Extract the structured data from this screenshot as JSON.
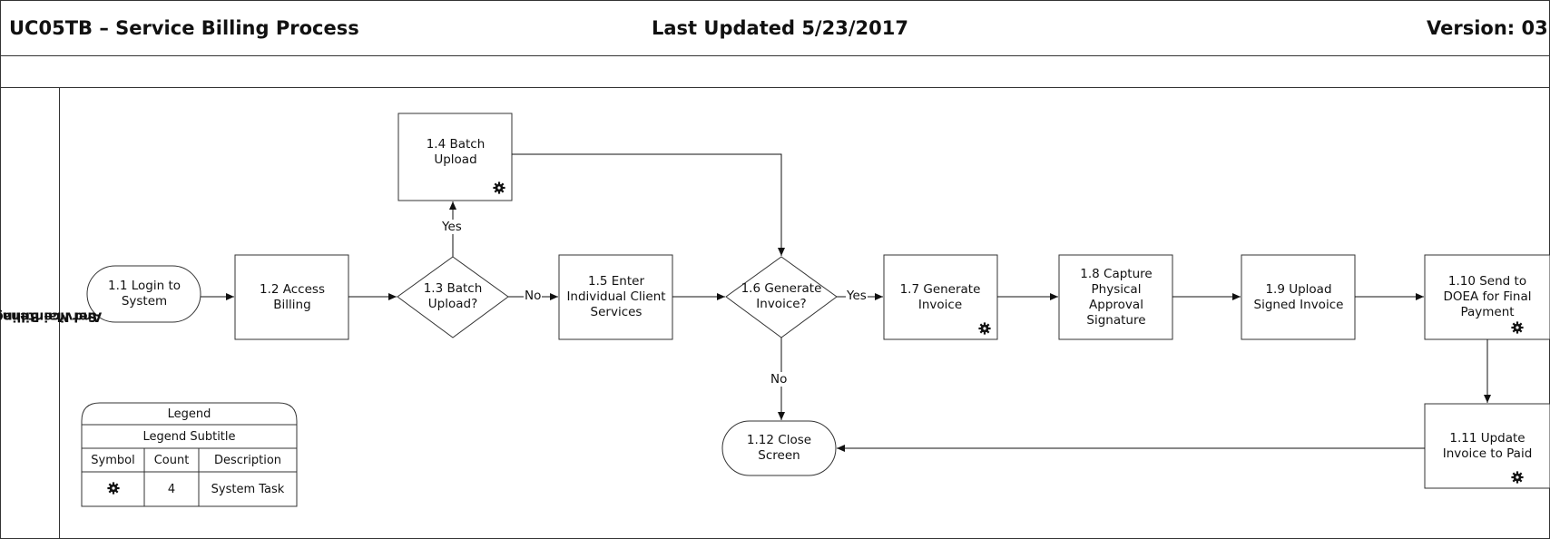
{
  "header": {
    "title": "UC05TB – Service Billing Process",
    "updated": "Last Updated 5/23/2017",
    "version": "Version: 03"
  },
  "lane": {
    "label_line1": "Service Billing Entry",
    "label_line2": "And Maintenance"
  },
  "nodes": {
    "n1_1": "1.1 Login to System",
    "n1_2": "1.2 Access Billing",
    "n1_3": "1.3 Batch Upload?",
    "n1_4": "1.4 Batch Upload",
    "n1_5": "1.5 Enter Individual Client Services",
    "n1_6": "1.6 Generate Invoice?",
    "n1_7": "1.7 Generate Invoice",
    "n1_8": "1.8 Capture Physical Approval Signature",
    "n1_9": "1.9 Upload Signed Invoice",
    "n1_10": "1.10 Send to DOEA for Final Payment",
    "n1_11": "1.11 Update Invoice to Paid",
    "n1_12": "1.12 Close Screen"
  },
  "edge_labels": {
    "yes_batch": "Yes",
    "no_batch": "No",
    "yes_invoice": "Yes",
    "no_invoice": "No"
  },
  "legend": {
    "title": "Legend",
    "subtitle": "Legend Subtitle",
    "col_symbol": "Symbol",
    "col_count": "Count",
    "col_description": "Description",
    "row_count": "4",
    "row_description": "System Task",
    "row_icon": "gear-icon"
  },
  "colors": {
    "stroke": "#333333",
    "text": "#111111"
  }
}
